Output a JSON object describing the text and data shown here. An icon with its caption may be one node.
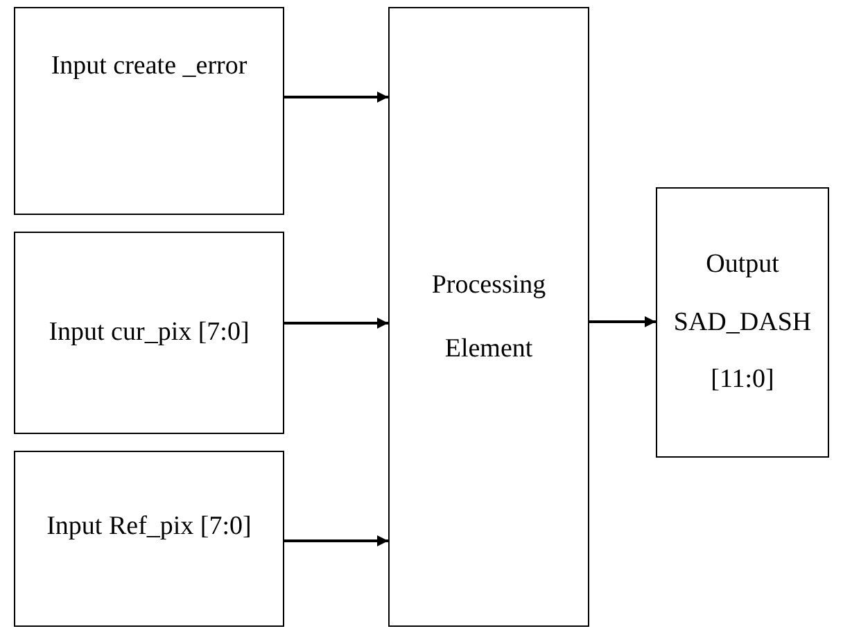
{
  "diagram": {
    "nodes": [
      {
        "text": [
          "Input create _error"
        ]
      },
      {
        "text": [
          "Input cur_pix [7:0]"
        ]
      },
      {
        "text": [
          "Input Ref_pix [7:0]"
        ]
      },
      {
        "text": [
          "Processing Element"
        ]
      },
      {
        "text": [
          "Output SAD_DASH [11:0]"
        ]
      }
    ],
    "edges": [
      {
        "from": 0,
        "to": 3,
        "arrow": "to"
      },
      {
        "from": 1,
        "to": 3,
        "arrow": "to"
      },
      {
        "from": 2,
        "to": 3,
        "arrow": "to"
      },
      {
        "from": 3,
        "to": 4,
        "arrow": "to"
      }
    ]
  }
}
